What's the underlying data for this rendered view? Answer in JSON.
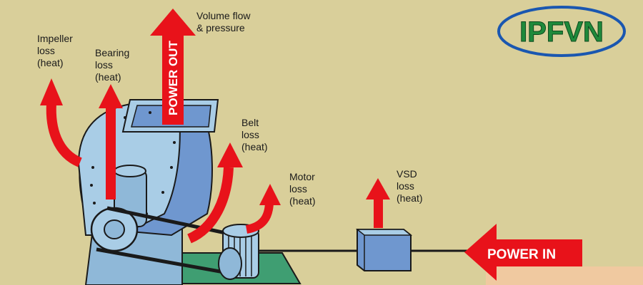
{
  "labels": {
    "impeller_loss": "Impeller\nloss\n(heat)",
    "bearing_loss": "Bearing\nloss\n(heat)",
    "volume_flow": "Volume flow\n& pressure",
    "belt_loss": "Belt\nloss\n(heat)",
    "motor_loss": "Motor\nloss\n(heat)",
    "vsd_loss": "VSD\nloss\n(heat)",
    "power_out": "POWER OUT",
    "power_in": "POWER IN"
  },
  "logo": {
    "text": "IPFVN"
  },
  "colors": {
    "background": "#d9cf9a",
    "arrow_red": "#e8121a",
    "machine_blue": "#a9cde6",
    "housing_blue": "#6f97cf",
    "base_green": "#3f9e72",
    "logo_green": "#1f8a3b",
    "logo_blue": "#1a57b0"
  }
}
